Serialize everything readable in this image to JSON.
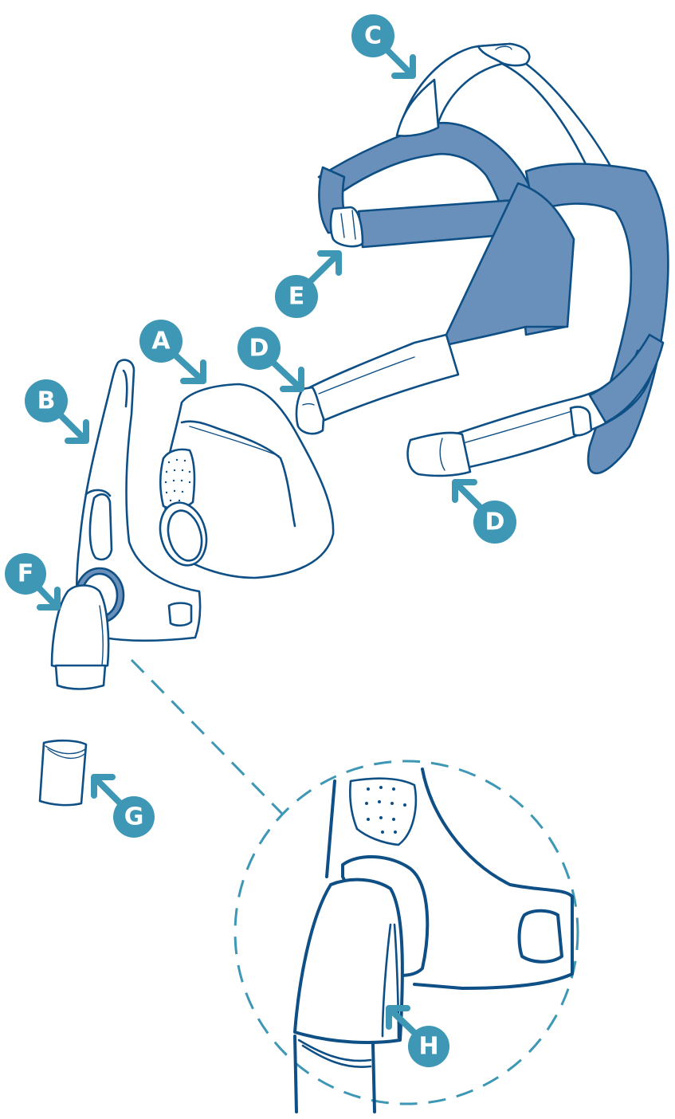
{
  "diagram": {
    "subject": "Full face mask – exploded parts view",
    "colors": {
      "callout": "#3D97B5",
      "outline": "#0E4F85",
      "strap_fill": "#6890BA",
      "seal_ring": "#6890BA",
      "background": "#FFFFFF"
    },
    "callouts": [
      {
        "id": "A",
        "label": "A",
        "part": "cushion"
      },
      {
        "id": "B",
        "label": "B",
        "part": "mask frame"
      },
      {
        "id": "C",
        "label": "C",
        "part": "headgear crown strap"
      },
      {
        "id": "D1",
        "label": "D",
        "part": "upper headgear clip"
      },
      {
        "id": "D2",
        "label": "D",
        "part": "lower headgear clip"
      },
      {
        "id": "E",
        "label": "E",
        "part": "top strap buckle"
      },
      {
        "id": "F",
        "label": "F",
        "part": "elbow"
      },
      {
        "id": "G",
        "label": "G",
        "part": "swivel / tube connector"
      },
      {
        "id": "H",
        "label": "H",
        "part": "elbow release button (detail)"
      }
    ],
    "detail_view": {
      "style": "dashed circle",
      "shows": "elbow attached to frame"
    }
  }
}
